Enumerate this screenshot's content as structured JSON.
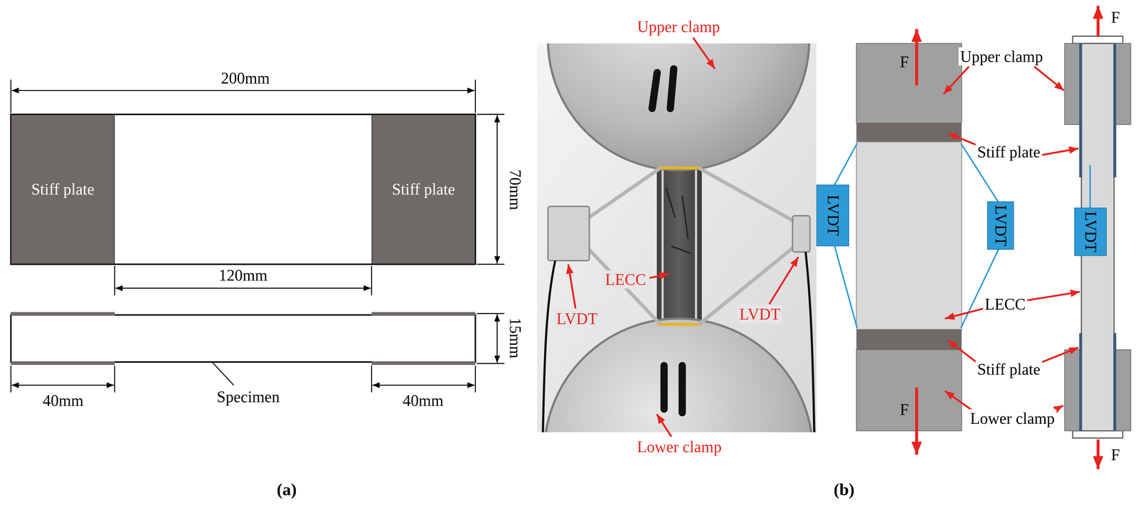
{
  "diagram": {
    "nodes": [
      {
        "text": [
          "Stiff plate"
        ]
      },
      {
        "text": [
          "Stiff plate"
        ]
      },
      {
        "text": [
          "F"
        ]
      },
      {
        "text": [
          "LVDT"
        ]
      },
      {
        "text": [
          "LVDT"
        ]
      },
      {
        "text": [
          "F"
        ]
      },
      {
        "text": [
          "LVDT"
        ]
      }
    ],
    "labels": [
      "200mm",
      "70mm",
      "120mm",
      "15mm",
      "40mm",
      "40mm",
      "Specimen",
      "(a)",
      "Upper clamp",
      "LECC",
      "LVDT",
      "LVDT",
      "Lower clamp",
      "F",
      "Upper clamp",
      "Stiff plate",
      "LECC",
      "Stiff plate",
      "Lower clamp",
      "F",
      "(b)"
    ]
  }
}
